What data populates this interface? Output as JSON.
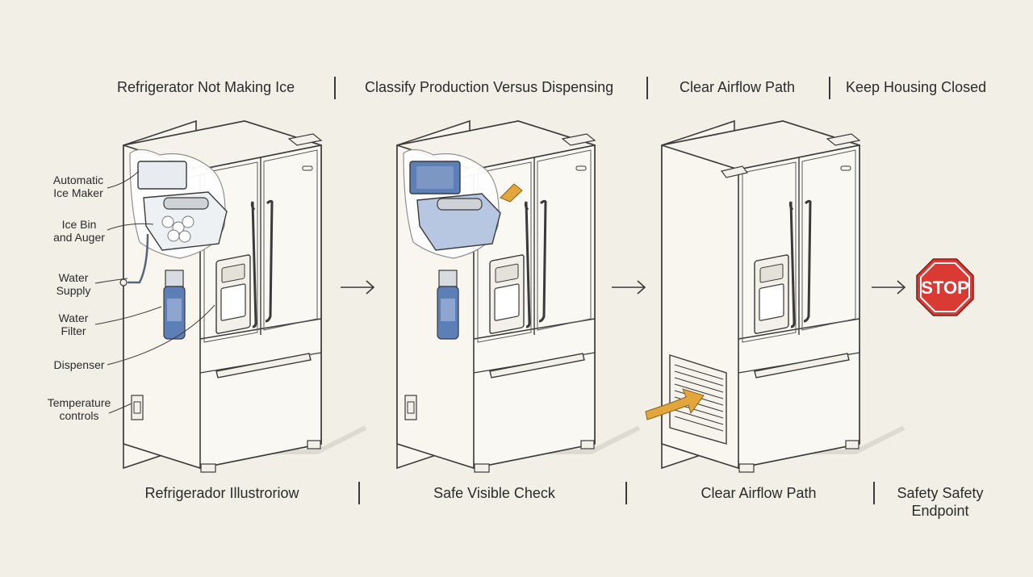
{
  "header": {
    "step1": "Refrigerator Not Making Ice",
    "step2": "Classify Production Versus Dispensing",
    "step3": "Clear Airflow Path",
    "step4": "Keep Housing Closed"
  },
  "footer": {
    "step1": "Refrigerador Illustroriow",
    "step2": "Safe Visible Check",
    "step3": "Clear Airflow Path",
    "step4_line1": "Safety Safety",
    "step4_line2": "Endpoint"
  },
  "callouts": {
    "ice_maker_1": "Automatic",
    "ice_maker_2": "Ice Maker",
    "ice_bin_1": "Ice Bin",
    "ice_bin_2": "and Auger",
    "water_supply_1": "Water",
    "water_supply_2": "Supply",
    "water_filter_1": "Water",
    "water_filter_2": "Filter",
    "dispenser": "Dispenser",
    "temp_1": "Temperature",
    "temp_2": "controls"
  },
  "stop_sign": {
    "text": "STOP"
  },
  "colors": {
    "background": "#f1efe6",
    "line": "#3a3a3a",
    "highlight_blue": "#7d97c4",
    "arrow_orange": "#e2a63c",
    "stop_red": "#d93a34"
  }
}
